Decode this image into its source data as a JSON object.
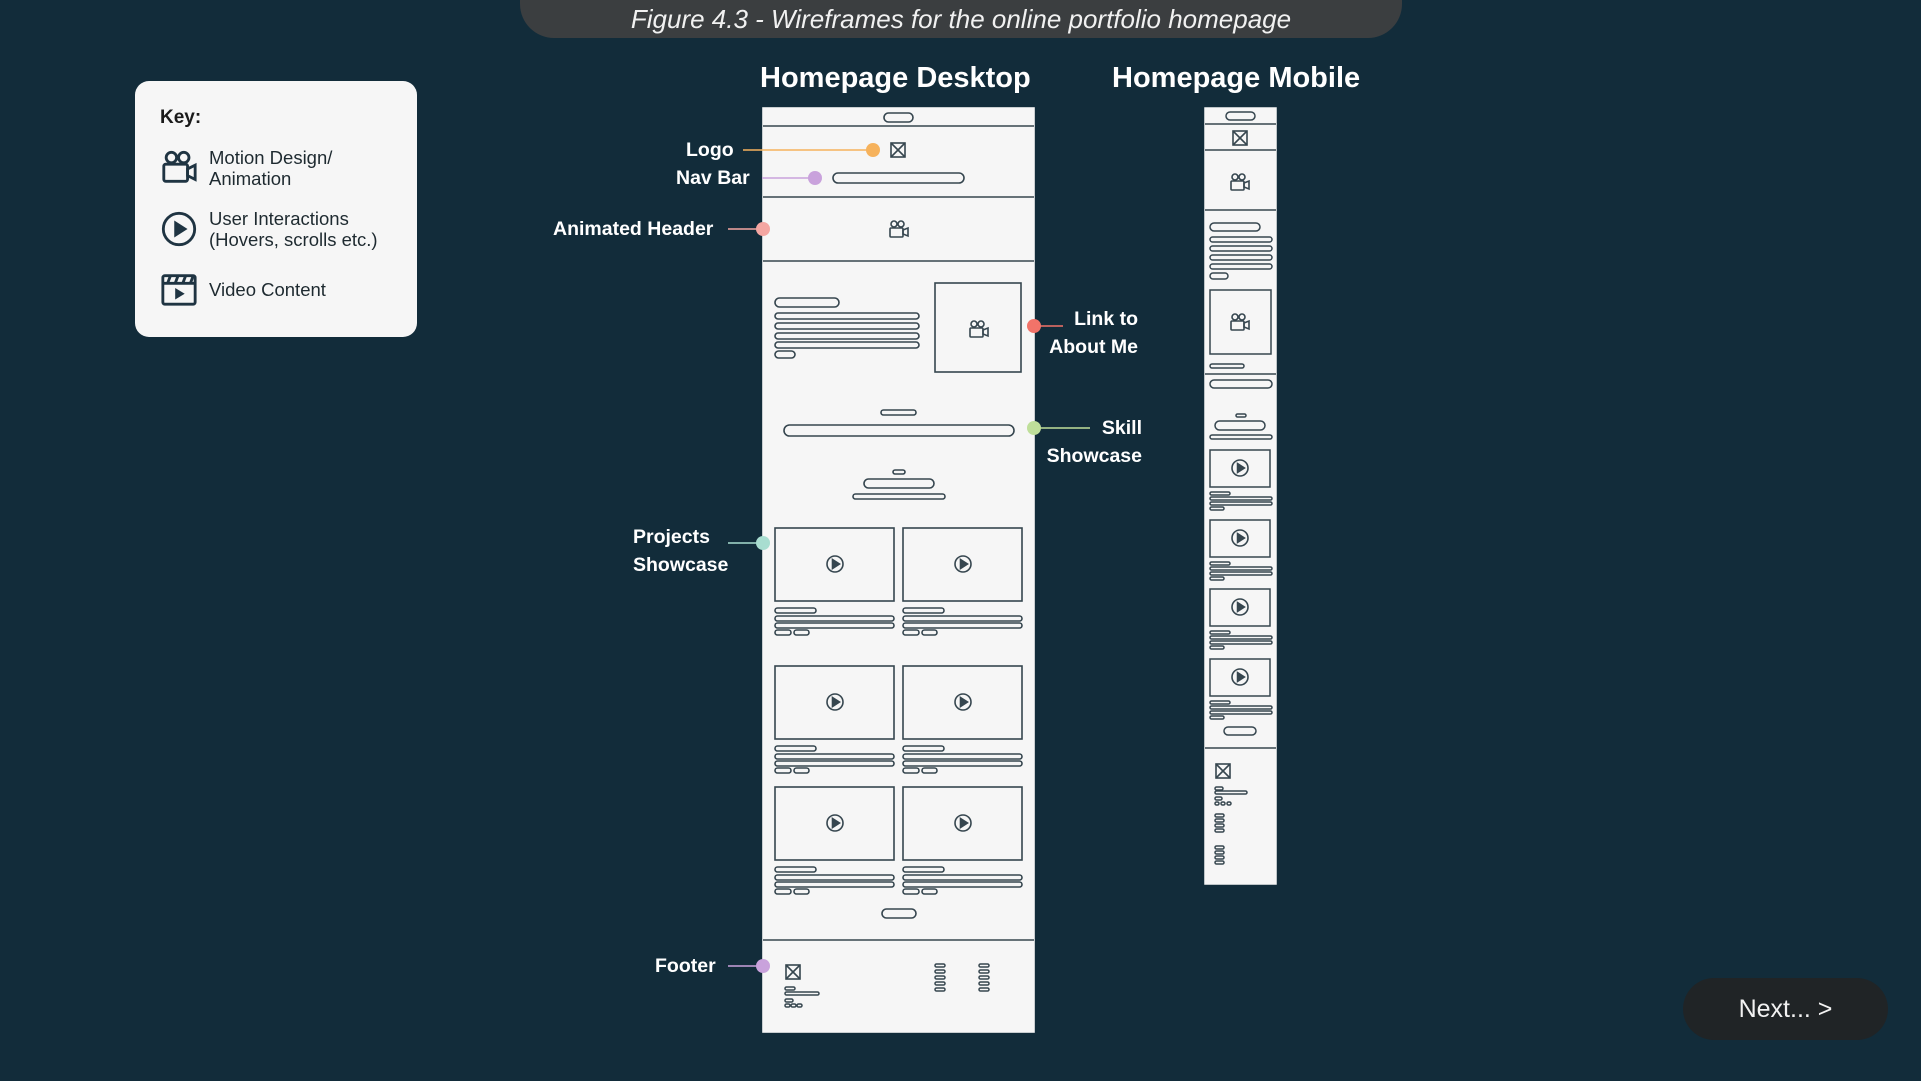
{
  "caption": "Figure 4.3 - Wireframes for the online portfolio homepage",
  "key": {
    "title": "Key:",
    "items": [
      {
        "icon": "camera-icon",
        "lines": [
          "Motion Design/",
          "Animation"
        ]
      },
      {
        "icon": "play-icon",
        "lines": [
          "User Interactions",
          "(Hovers, scrolls etc.)"
        ]
      },
      {
        "icon": "clapperboard-icon",
        "lines": [
          "Video Content"
        ]
      }
    ]
  },
  "desktop_title": "Homepage Desktop",
  "mobile_title": "Homepage Mobile",
  "callouts": {
    "logo": {
      "lines": [
        "Logo"
      ],
      "color": "#f6b25c"
    },
    "nav_bar": {
      "lines": [
        "Nav Bar"
      ],
      "color": "#c9a2dc"
    },
    "animated_header": {
      "lines": [
        "Animated Header"
      ],
      "color": "#f4a6a2"
    },
    "link_about": {
      "lines": [
        "Link to",
        "About Me"
      ],
      "color": "#f27369"
    },
    "skill": {
      "lines": [
        "Skill",
        "Showcase"
      ],
      "color": "#bfdf9a"
    },
    "projects": {
      "lines": [
        "Projects",
        "Showcase"
      ],
      "color": "#a8ddd0"
    },
    "footer": {
      "lines": [
        "Footer"
      ],
      "color": "#c9a2dc"
    }
  },
  "next_button": "Next... >",
  "colors": {
    "background": "#122c3a",
    "panel": "#f6f6f6",
    "line": "#36464f"
  }
}
